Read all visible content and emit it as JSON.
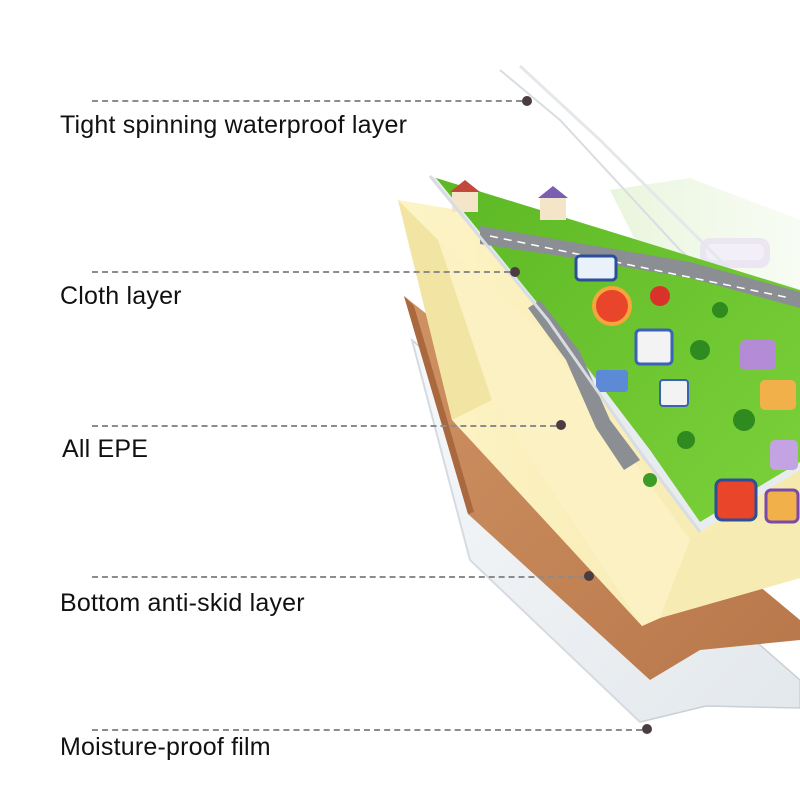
{
  "layers": [
    {
      "label": "Tight spinning waterproof layer"
    },
    {
      "label": "Cloth layer"
    },
    {
      "label": "All EPE"
    },
    {
      "label": "Bottom anti-skid layer"
    },
    {
      "label": "Moisture-proof film"
    }
  ],
  "colors": {
    "foam": "#fbf0bb",
    "foam_shadow": "#ecdc98",
    "anti_skid": "#c6875a",
    "cloth_print": "#6cc62e",
    "film": "#eef2f5",
    "leader": "#8c8c8c",
    "dot": "#4a3c40"
  }
}
